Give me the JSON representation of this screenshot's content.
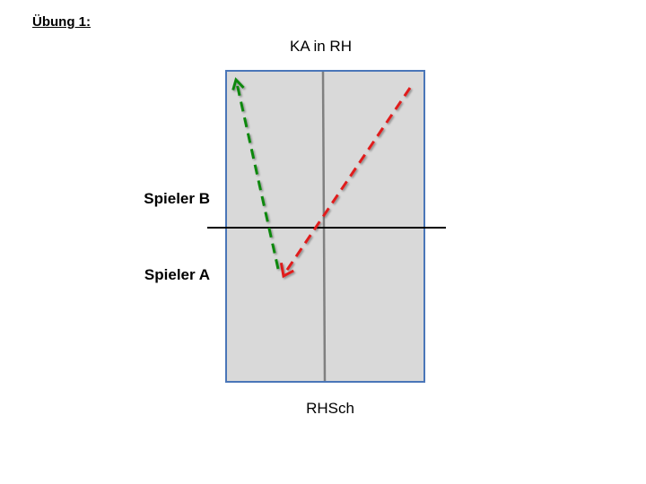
{
  "slide": {
    "title": "Übung 1:"
  },
  "court": {
    "top_label": "KA in RH",
    "bottom_label": "RHSch",
    "player_b": "Spieler B",
    "player_a": "Spieler A",
    "surface_color": "#d9d9d9",
    "border_color": "#4a76b8",
    "net_color": "#000000",
    "center_line_color": "#808080"
  },
  "paths": [
    {
      "name": "green-path",
      "color": "#118811",
      "style": "dashed-arrow"
    },
    {
      "name": "red-path",
      "color": "#e01c1c",
      "style": "dashed-arrow"
    }
  ]
}
